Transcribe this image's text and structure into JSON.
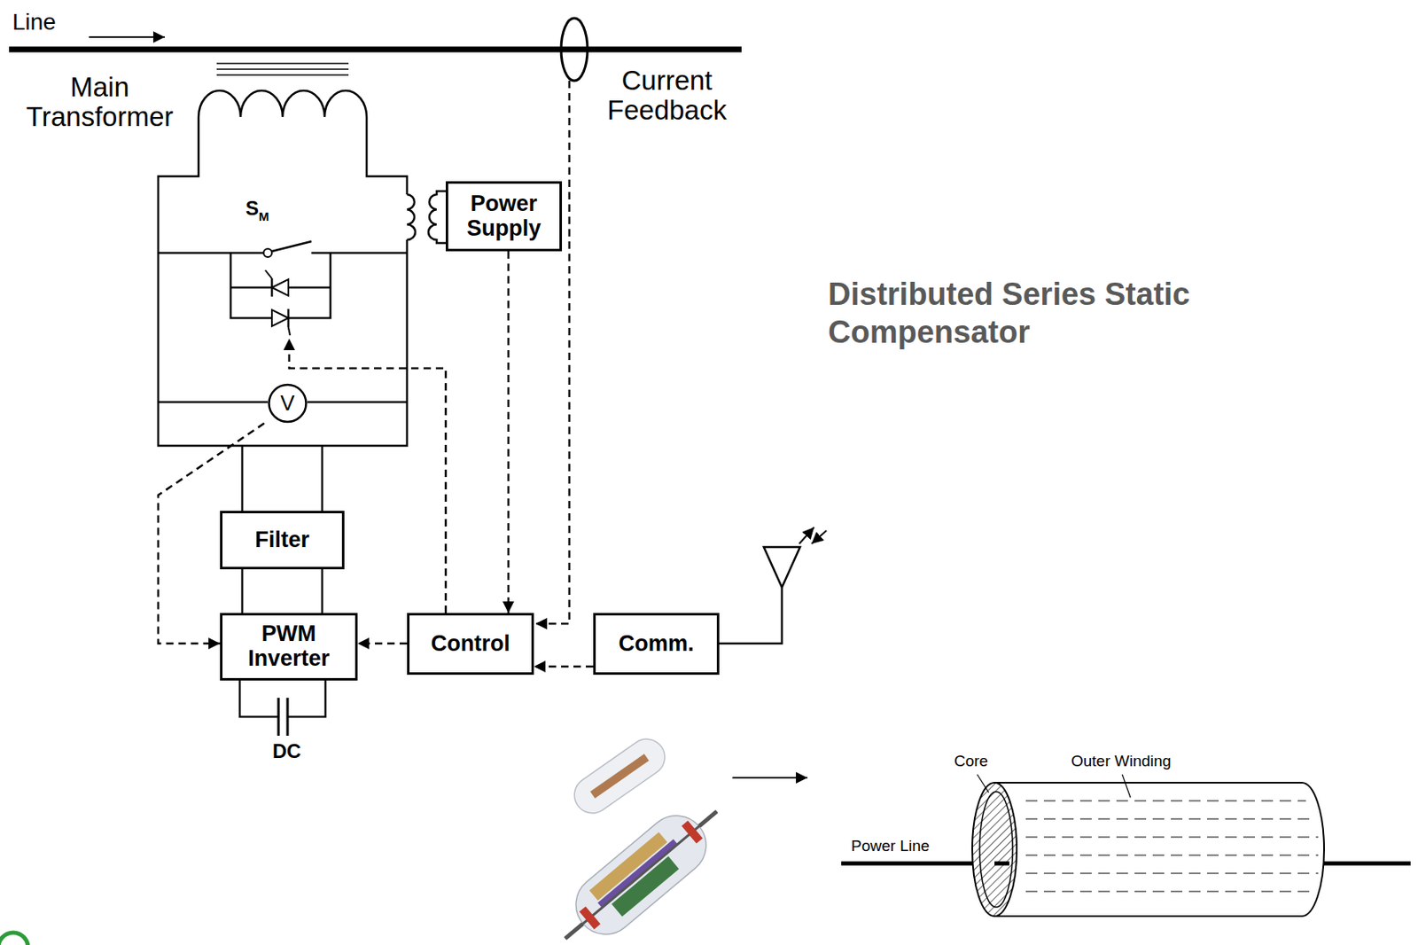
{
  "diagram": {
    "title": "Distributed Series Static Compensator",
    "nodes": [
      {
        "text": [
          "Power Supply"
        ]
      },
      {
        "text": [
          "V"
        ]
      },
      {
        "text": [
          "Filter"
        ]
      },
      {
        "text": [
          "PWM Inverter"
        ]
      },
      {
        "text": [
          "Control"
        ]
      },
      {
        "text": [
          "Comm."
        ]
      }
    ],
    "edges": [
      {
        "from": 0,
        "to": 4,
        "arrow": "to"
      },
      {
        "from": 1,
        "to": 3,
        "arrow": "to"
      },
      {
        "from": 4,
        "to": 3,
        "arrow": "to"
      },
      {
        "from": 5,
        "to": 4,
        "arrow": "to"
      },
      {
        "from": 2,
        "to": 3,
        "arrow": "none"
      },
      {
        "from": 2,
        "to": 3,
        "arrow": "none"
      }
    ],
    "labels": [
      "Line",
      "Main Transformer",
      "Current Feedback",
      "S",
      "M",
      "DC",
      "Core",
      "Outer Winding",
      "Power Line"
    ]
  }
}
